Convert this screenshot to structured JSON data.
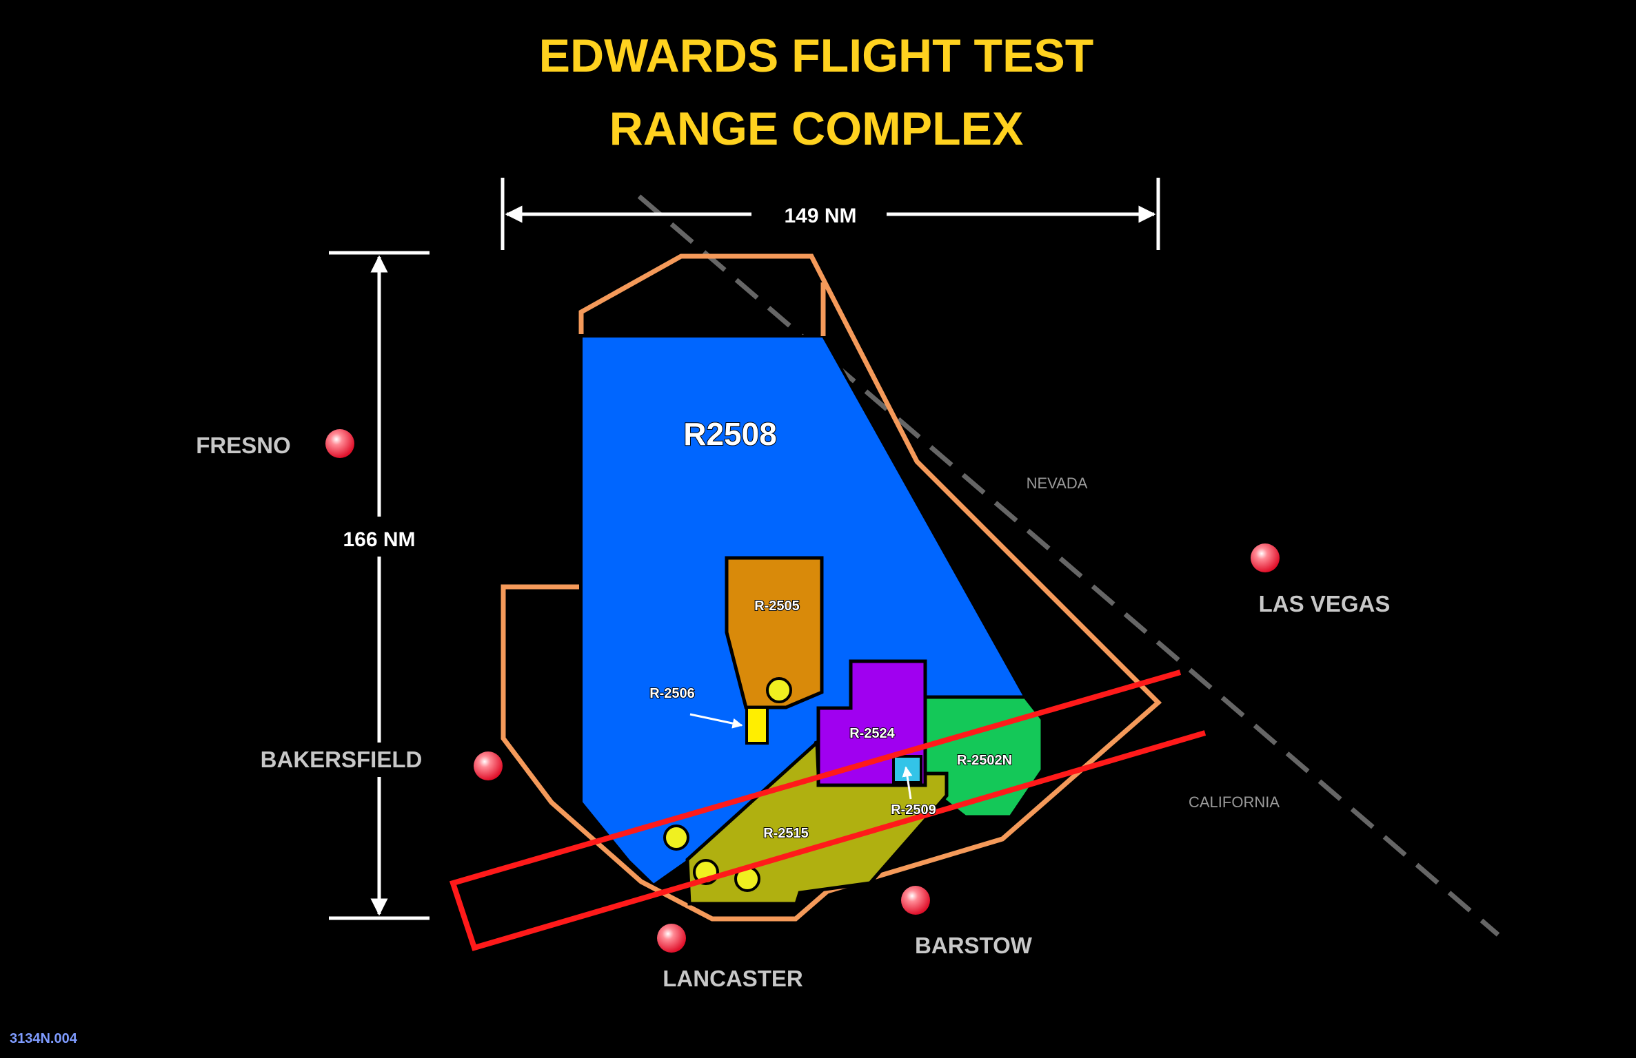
{
  "title": {
    "line1": "EDWARDS FLIGHT TEST",
    "line2": "RANGE COMPLEX"
  },
  "dimensions": {
    "horizontal": "149 NM",
    "vertical": "166 NM"
  },
  "states": {
    "nevada": "NEVADA",
    "california": "CALIFORNIA"
  },
  "cities": {
    "fresno": "FRESNO",
    "bakersfield": "BAKERSFIELD",
    "las_vegas": "LAS VEGAS",
    "barstow": "BARSTOW",
    "lancaster": "LANCASTER"
  },
  "areas": {
    "r2508": "R2508",
    "r2505": "R-2505",
    "r2506": "R-2506",
    "r2524": "R-2524",
    "r2502n": "R-2502N",
    "r2509": "R-2509",
    "r2515": "R-2515"
  },
  "reference_id": "3134N.004",
  "colors": {
    "title": "#FFD21F",
    "r2508": "#0066FF",
    "r2505": "#D98A0A",
    "r2506": "#FFEE00",
    "r2524": "#A000F0",
    "r2502n": "#14C858",
    "r2509": "#33C4E8",
    "r2515": "#B0B010",
    "boundary": "#F59A5A",
    "corridor": "#FF1A1A",
    "city_marker": "#FF3040"
  }
}
